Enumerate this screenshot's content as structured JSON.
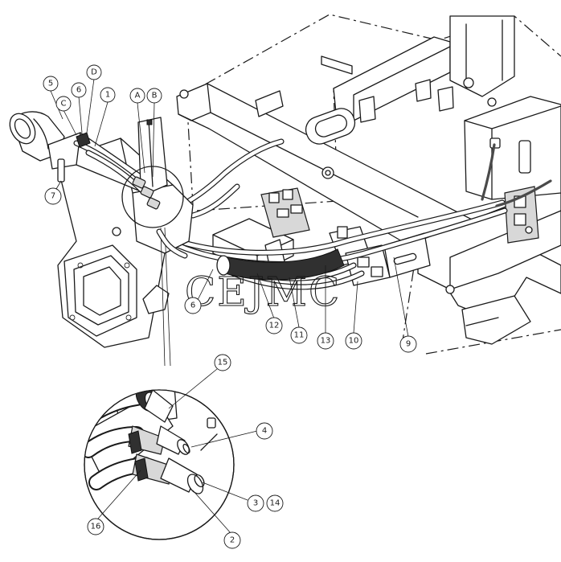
{
  "watermark": "CEJMC",
  "callouts": [
    {
      "id": "c5",
      "label": "5"
    },
    {
      "id": "cC",
      "label": "C"
    },
    {
      "id": "c6a",
      "label": "6"
    },
    {
      "id": "cD",
      "label": "D"
    },
    {
      "id": "c1",
      "label": "1"
    },
    {
      "id": "cA",
      "label": "A"
    },
    {
      "id": "cB",
      "label": "B"
    },
    {
      "id": "c7",
      "label": "7"
    },
    {
      "id": "c6b",
      "label": "6"
    },
    {
      "id": "c12",
      "label": "12"
    },
    {
      "id": "c11",
      "label": "11"
    },
    {
      "id": "c13",
      "label": "13"
    },
    {
      "id": "c10",
      "label": "10"
    },
    {
      "id": "c9",
      "label": "9"
    },
    {
      "id": "c15",
      "label": "15"
    },
    {
      "id": "c4",
      "label": "4"
    },
    {
      "id": "c3",
      "label": "3"
    },
    {
      "id": "c14",
      "label": "14"
    },
    {
      "id": "c16",
      "label": "16"
    },
    {
      "id": "c2",
      "label": "2"
    }
  ]
}
